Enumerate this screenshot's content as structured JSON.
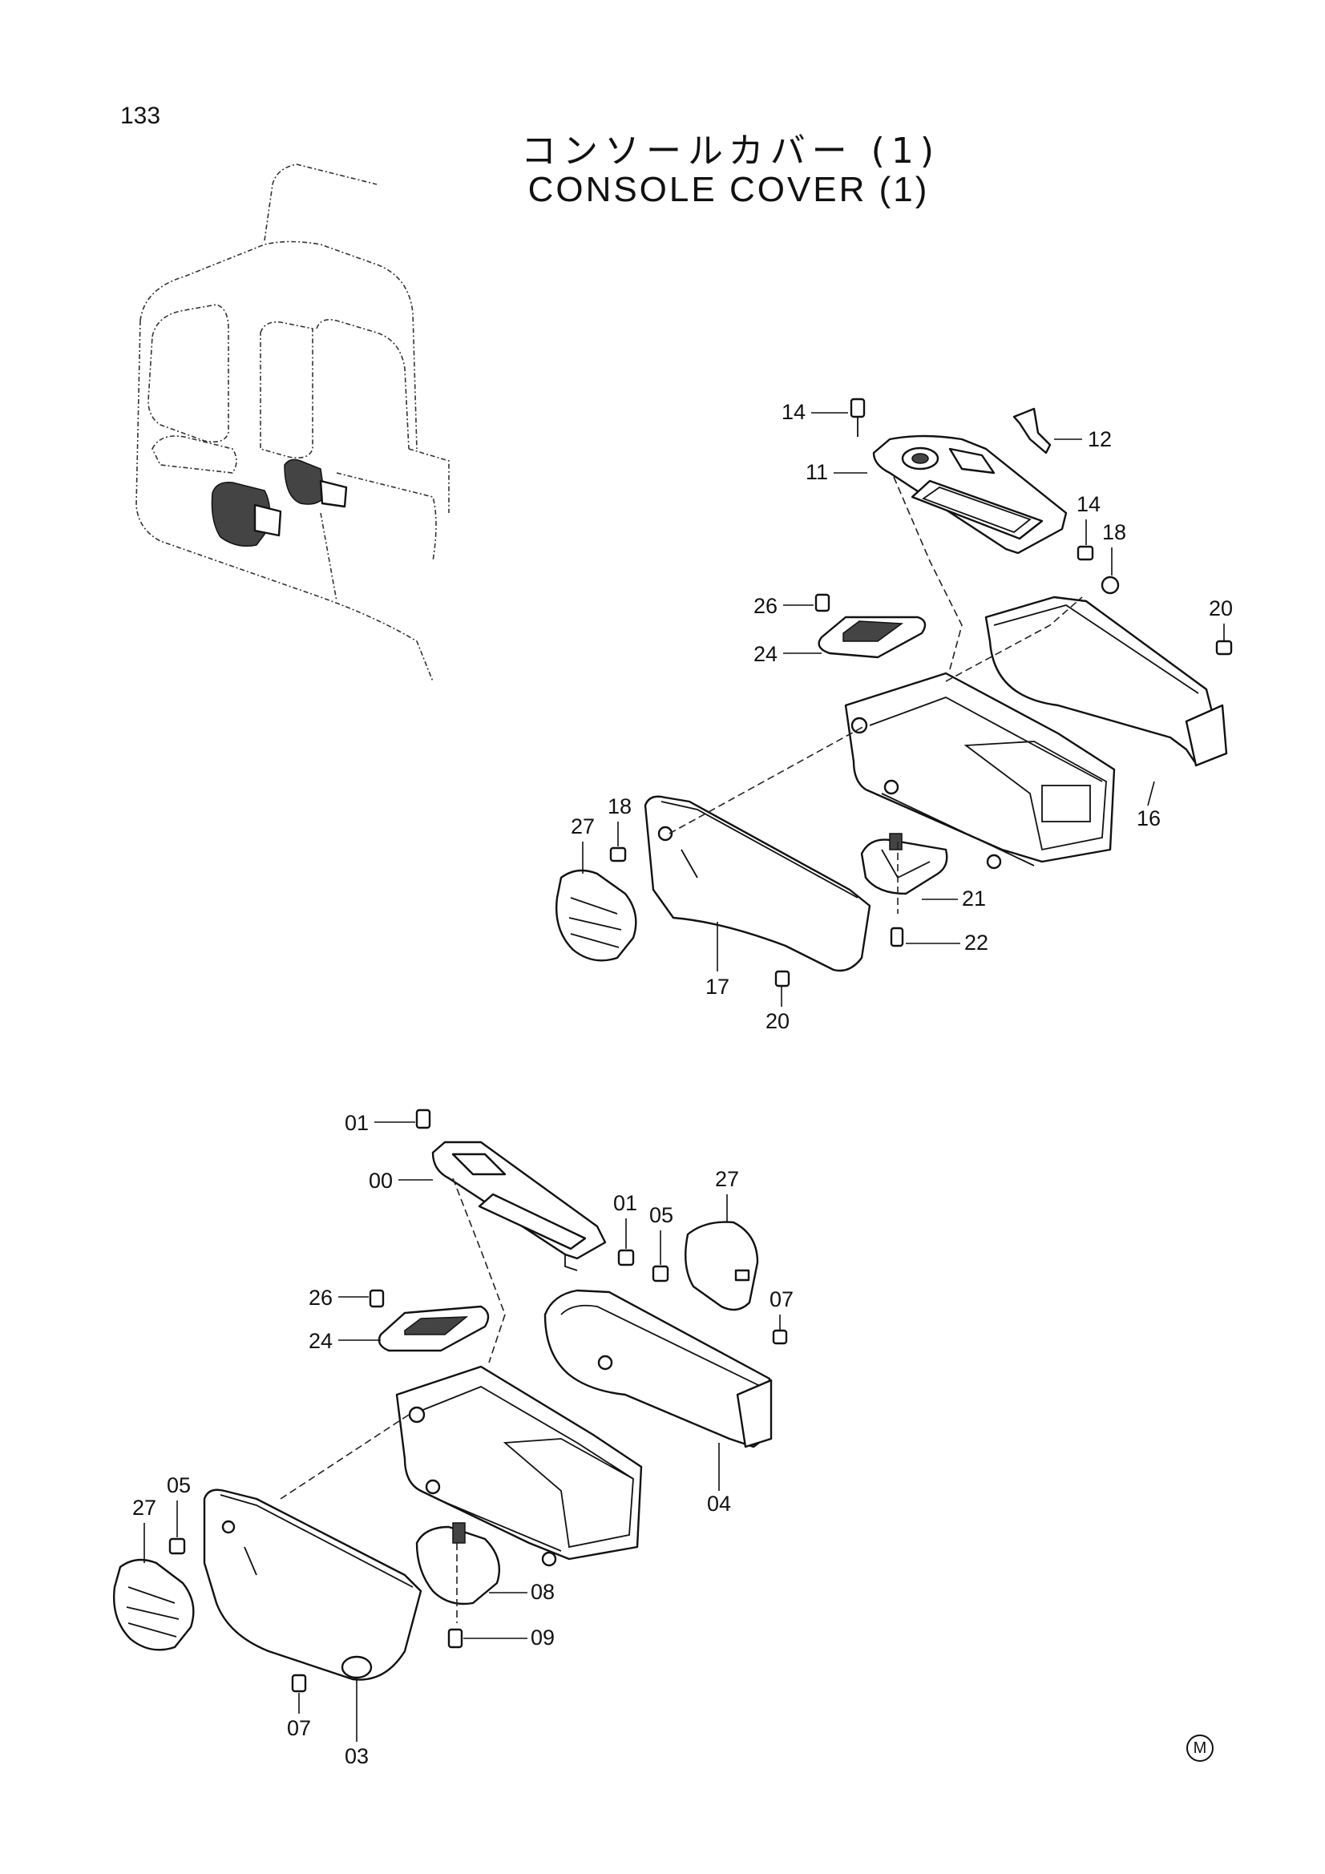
{
  "page": {
    "number": "133",
    "title_jp": "コンソールカバー (1)",
    "title_en": "CONSOLE COVER (1)",
    "maker_mark": "M"
  },
  "callouts_upper": [
    "14",
    "12",
    "11",
    "14",
    "18",
    "26",
    "24",
    "20",
    "16",
    "18",
    "27",
    "21",
    "22",
    "17",
    "20"
  ],
  "callouts_lower": [
    "01",
    "00",
    "01",
    "05",
    "27",
    "26",
    "24",
    "07",
    "04",
    "27",
    "05",
    "08",
    "09",
    "07",
    "03"
  ]
}
